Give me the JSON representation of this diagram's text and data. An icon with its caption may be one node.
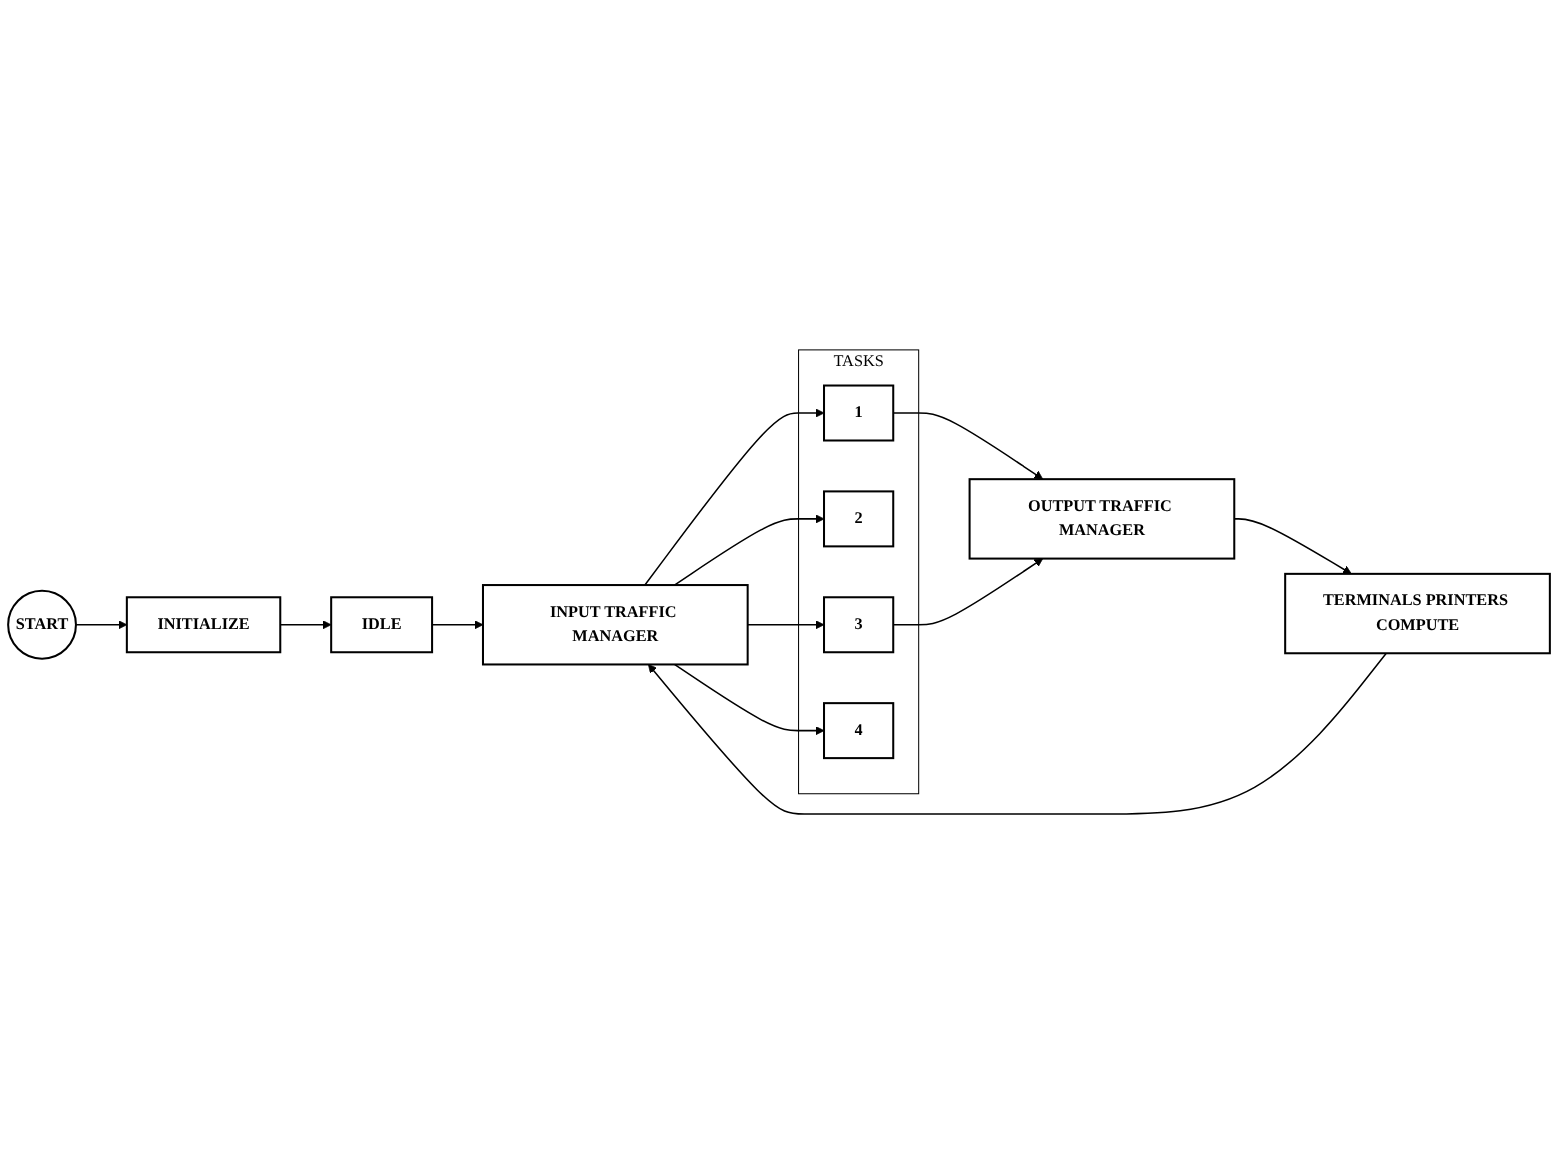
{
  "diagram": {
    "nodes": [
      {
        "text": [
          "START"
        ]
      },
      {
        "text": [
          "INITIALIZE"
        ]
      },
      {
        "text": [
          "IDLE"
        ]
      },
      {
        "text": [
          "INPUT TRAFFIC MANAGER"
        ]
      },
      {
        "text": [
          "TASKS"
        ]
      },
      {
        "text": [
          "1"
        ],
        "in": 4
      },
      {
        "text": [
          "2"
        ],
        "in": 4
      },
      {
        "text": [
          "3"
        ],
        "in": 4
      },
      {
        "text": [
          "4"
        ],
        "in": 4
      },
      {
        "text": [
          "OUTPUT TRAFFIC MANAGER"
        ]
      },
      {
        "text": [
          "TERMINALS PRINTERS COMPUTE"
        ]
      }
    ],
    "edges": [
      {
        "from": 0,
        "to": 1,
        "arrow": "to"
      },
      {
        "from": 1,
        "to": 2,
        "arrow": "to"
      },
      {
        "from": 2,
        "to": 3,
        "arrow": "to"
      },
      {
        "from": 3,
        "to": 5,
        "arrow": "to"
      },
      {
        "from": 3,
        "to": 6,
        "arrow": "to"
      },
      {
        "from": 3,
        "to": 7,
        "arrow": "to"
      },
      {
        "from": 3,
        "to": 8,
        "arrow": "to"
      },
      {
        "from": 5,
        "to": 9,
        "arrow": "to"
      },
      {
        "from": 7,
        "to": 9,
        "arrow": "to"
      },
      {
        "from": 9,
        "to": 10,
        "arrow": "to"
      },
      {
        "from": 10,
        "to": 3,
        "arrow": "to"
      }
    ]
  }
}
